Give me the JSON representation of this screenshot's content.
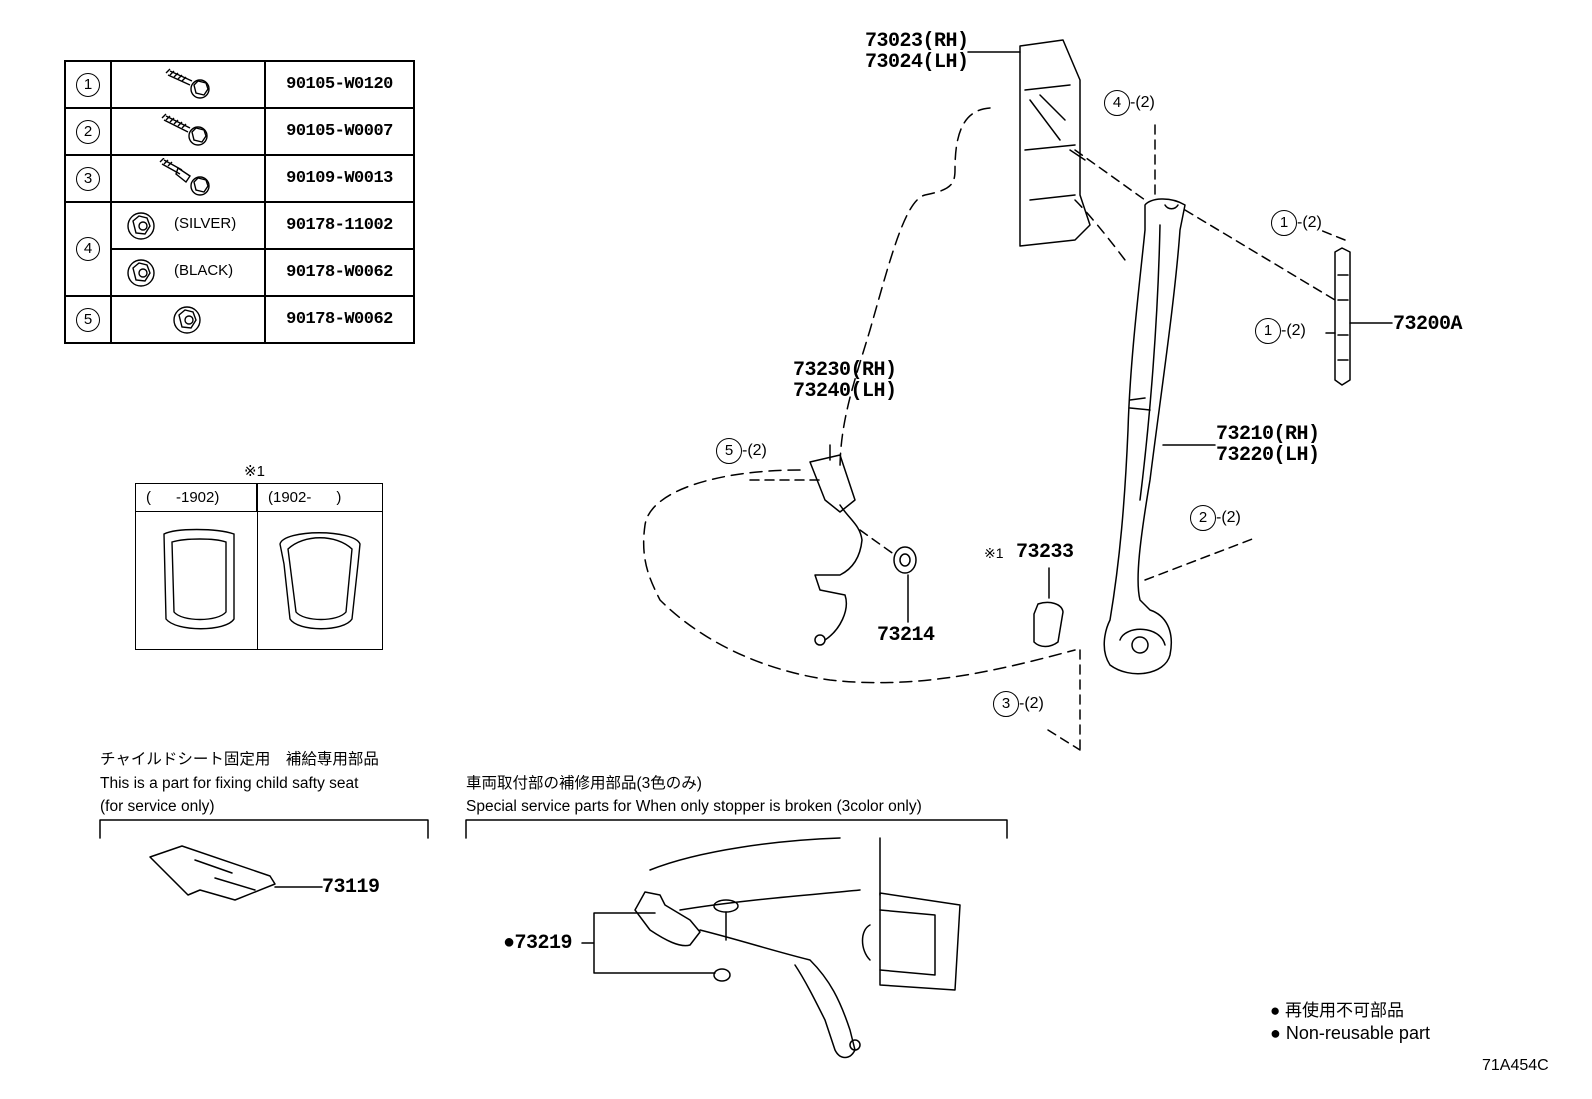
{
  "fastener_table": {
    "rows": [
      {
        "ref": "1",
        "part_number": "90105-W0120",
        "icon": "flange-bolt-icon"
      },
      {
        "ref": "2",
        "part_number": "90105-W0007",
        "icon": "flange-bolt-icon"
      },
      {
        "ref": "3",
        "part_number": "90109-W0013",
        "icon": "shoulder-bolt-icon"
      },
      {
        "ref": "4",
        "color": "(SILVER)",
        "part_number": "90178-11002",
        "icon": "flange-nut-icon"
      },
      {
        "ref": "",
        "color": "(BLACK)",
        "part_number": "90178-W0062",
        "icon": "flange-nut-icon"
      },
      {
        "ref": "5",
        "part_number": "90178-W0062",
        "icon": "flange-nut-icon"
      }
    ]
  },
  "variant_box": {
    "note_mark": "※1",
    "left_header": "(      -1902)",
    "right_header": "(1902-      )"
  },
  "part_labels": {
    "pillar_cover": "73023(RH)\n73024(LH)",
    "buckle": "73230(RH)\n73240(LH)",
    "belt_assy": "73210(RH)\n73220(LH)",
    "anchor_adjuster": "73200A",
    "buckle_holder": "73214",
    "cover": "73233",
    "cover_mark": "※1",
    "child_seat_part": "73119",
    "stopper": "●73219"
  },
  "callouts": {
    "c1": {
      "ref": "4",
      "qty": "-(2)"
    },
    "c2": {
      "ref": "1",
      "qty": "-(2)"
    },
    "c3": {
      "ref": "1",
      "qty": "-(2)"
    },
    "c4": {
      "ref": "5",
      "qty": "-(2)"
    },
    "c5": {
      "ref": "2",
      "qty": "-(2)"
    },
    "c6": {
      "ref": "3",
      "qty": "-(2)"
    }
  },
  "notes": {
    "child_seat_jp": "チャイルドシート固定用　補給専用部品",
    "child_seat_en1": "This is a part for fixing child safty seat",
    "child_seat_en2": "(for service only)",
    "stopper_jp": "車両取付部の補修用部品(3色のみ)",
    "stopper_en": "Special service parts for When only stopper is broken (3color only)"
  },
  "legend": {
    "jp": "● 再使用不可部品",
    "en": "● Non-reusable part"
  },
  "figure_id": "71A454C"
}
